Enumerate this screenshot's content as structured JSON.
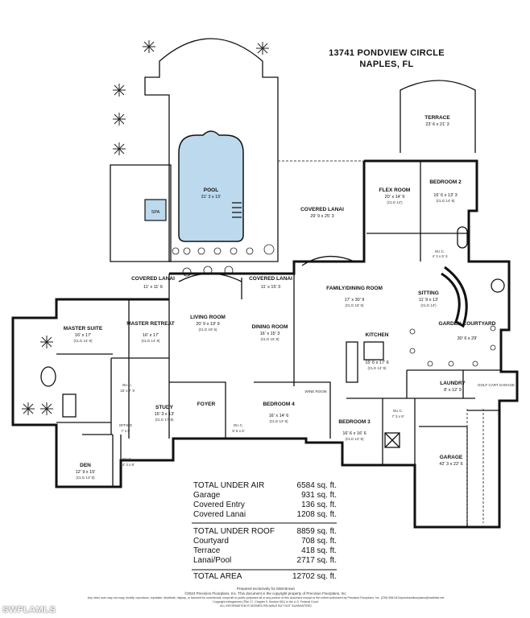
{
  "header": {
    "address_line1": "13741 PONDVIEW CIRCLE",
    "address_line2": "NAPLES, FL"
  },
  "rooms": {
    "terrace": {
      "name": "TERRACE",
      "dim": "23' 6 x 21' 3"
    },
    "pool": {
      "name": "POOL",
      "dim": "31' 3 x 15'"
    },
    "spa": {
      "name": "SPA"
    },
    "covered_lanai_rear": {
      "name": "COVERED LANAI",
      "dim": "29' 9 x 25' 3"
    },
    "flex_room": {
      "name": "FLEX ROOM",
      "dim": "20' x 14' 9",
      "clg": "(CLG 14')"
    },
    "bedroom2": {
      "name": "BEDROOM 2",
      "dim": "16' 6 x 13' 3",
      "clg": "(CLG 14' 8)"
    },
    "wic_top": {
      "name": "W.I.C.",
      "dim": "4' 3 x 5' 3"
    },
    "covered_lanai_left": {
      "name": "COVERED LANAI",
      "dim": "11' x 11' 6"
    },
    "covered_lanai_mid": {
      "name": "COVERED LANAI",
      "dim": "11' x 15' 3"
    },
    "family_dining": {
      "name": "FAMILY/DINING ROOM",
      "dim": "17' x 30' 9",
      "clg": "(CLG 15' 9)"
    },
    "sitting": {
      "name": "SITTING",
      "dim": "11' 9 x 13'",
      "clg": "(CLG 14')"
    },
    "master_suite": {
      "name": "MASTER SUITE",
      "dim": "16' x 17'",
      "clg": "(CLG 14' 8)"
    },
    "master_retreat": {
      "name": "MASTER RETREAT",
      "dim": "16' x 17'",
      "clg": "(CLG 14' 8)"
    },
    "living_room": {
      "name": "LIVING ROOM",
      "dim": "20' 9 x 19' 9",
      "clg": "(CLG 19' 6)"
    },
    "dining_room": {
      "name": "DINING ROOM",
      "dim": "16' x 15' 3",
      "clg": "(CLG 15' 8)"
    },
    "kitchen": {
      "name": "KITCHEN",
      "dim": "15' 6 x 17' 6",
      "clg": "(CLG 14' 9)"
    },
    "garden_courtyard": {
      "name": "GARDEN COURTYARD",
      "dim": "30' 6 x 29'"
    },
    "wic_master": {
      "name": "W.I.C.",
      "dim": "15' x 7' 9"
    },
    "study": {
      "name": "STUDY",
      "dim": "15' 3 x 13'",
      "clg": "(CLG 17' 8)"
    },
    "foyer": {
      "name": "FOYER"
    },
    "bedroom4": {
      "name": "BEDROOM 4",
      "dim": "16' x 14' 6",
      "clg": "(CLG 14' 8)"
    },
    "wine_room": {
      "name": "WINE ROOM"
    },
    "laundry": {
      "name": "LAUNDRY",
      "dim": "8' x 12' 9"
    },
    "golf_cart_garage": {
      "name": "GOLF CART GARAGE"
    },
    "wic_bed4": {
      "name": "W.I.C.",
      "dim": "5' 6 x 6'"
    },
    "bedroom3": {
      "name": "BEDROOM 3",
      "dim": "16' 6 x 16' 6",
      "clg": "(CLG 14' 8)"
    },
    "wic_bed3": {
      "name": "W.I.C.",
      "dim": "7' 3 x 9'"
    },
    "office": {
      "name": "OFFICE",
      "dim": "7' x 8'"
    },
    "den": {
      "name": "DEN",
      "dim": "12' 9 x 15'",
      "clg": "(CLG 13' 9)"
    },
    "wic_den": {
      "name": "W.I.C.",
      "dim": "14' 3 x 8'"
    },
    "garage": {
      "name": "GARAGE",
      "dim": "42' 3 x 22' 6"
    }
  },
  "area_table": {
    "group1": [
      {
        "label": "TOTAL UNDER AIR",
        "value": "6584 sq. ft."
      },
      {
        "label": "Garage",
        "value": "931 sq. ft."
      },
      {
        "label": "Covered Entry",
        "value": "136 sq. ft."
      },
      {
        "label": "Covered Lanai",
        "value": "1208 sq. ft."
      }
    ],
    "group2": [
      {
        "label": "TOTAL UNDER ROOF",
        "value": "8859 sq. ft."
      },
      {
        "label": "Courtyard",
        "value": "708 sq. ft."
      },
      {
        "label": "Terrace",
        "value": "418 sq. ft."
      },
      {
        "label": "Lanai/Pool",
        "value": "2717 sq. ft."
      }
    ],
    "total": {
      "label": "TOTAL AREA",
      "value": "12702 sq. ft."
    }
  },
  "footer": {
    "line1": "Prepared exclusively for Matt Brown",
    "line2": "©2024 Precision Floorplans, Inc. This document is the copyright property of Precision Floorplans, Inc.",
    "line3": "Any other user may not copy, modify, reproduce, republish, distribute, display, or transmit for commercial, nonprofit or public purposes all or any portion of this document except to the extent authorized by Precision Floorplans, Inc. (239) 598-9411/precisionfloorplans@earthlink.net",
    "line4": "Copyright infringement (Title 17, Chapter 5, Section 501) in the U.S. Federal Court.",
    "line5": "ALL INFORMATION IS DEEMED RELIABLE BUT NOT GUARANTEED"
  },
  "watermark": "SWFLAMLS",
  "colors": {
    "pool": "#bcd9ee",
    "wall": "#111111"
  }
}
